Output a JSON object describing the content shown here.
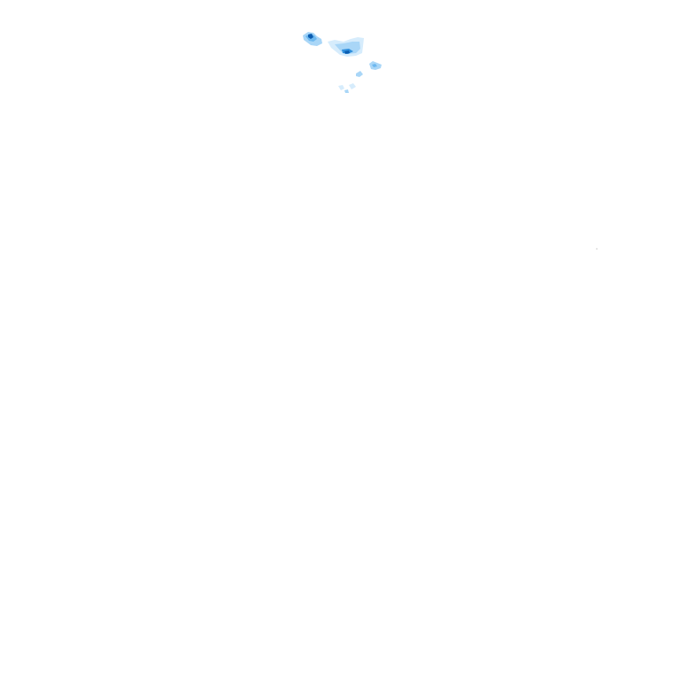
{
  "map": {
    "background_color": "#ffffff",
    "overlay": "precipitation-radar",
    "palette": {
      "very_light": "#d6ecfc",
      "light": "#a9d6f7",
      "medium": "#6db8ef",
      "strong": "#2f8fdd",
      "core": "#0b5cb0"
    },
    "cells": [
      {
        "name": "cell-west",
        "intensity": "strong",
        "core": true
      },
      {
        "name": "cell-central",
        "intensity": "medium",
        "core": true
      },
      {
        "name": "cell-east",
        "intensity": "light",
        "core": false
      },
      {
        "name": "cell-small-a",
        "intensity": "light",
        "core": false
      },
      {
        "name": "cell-small-b",
        "intensity": "very_light",
        "core": false
      }
    ]
  }
}
